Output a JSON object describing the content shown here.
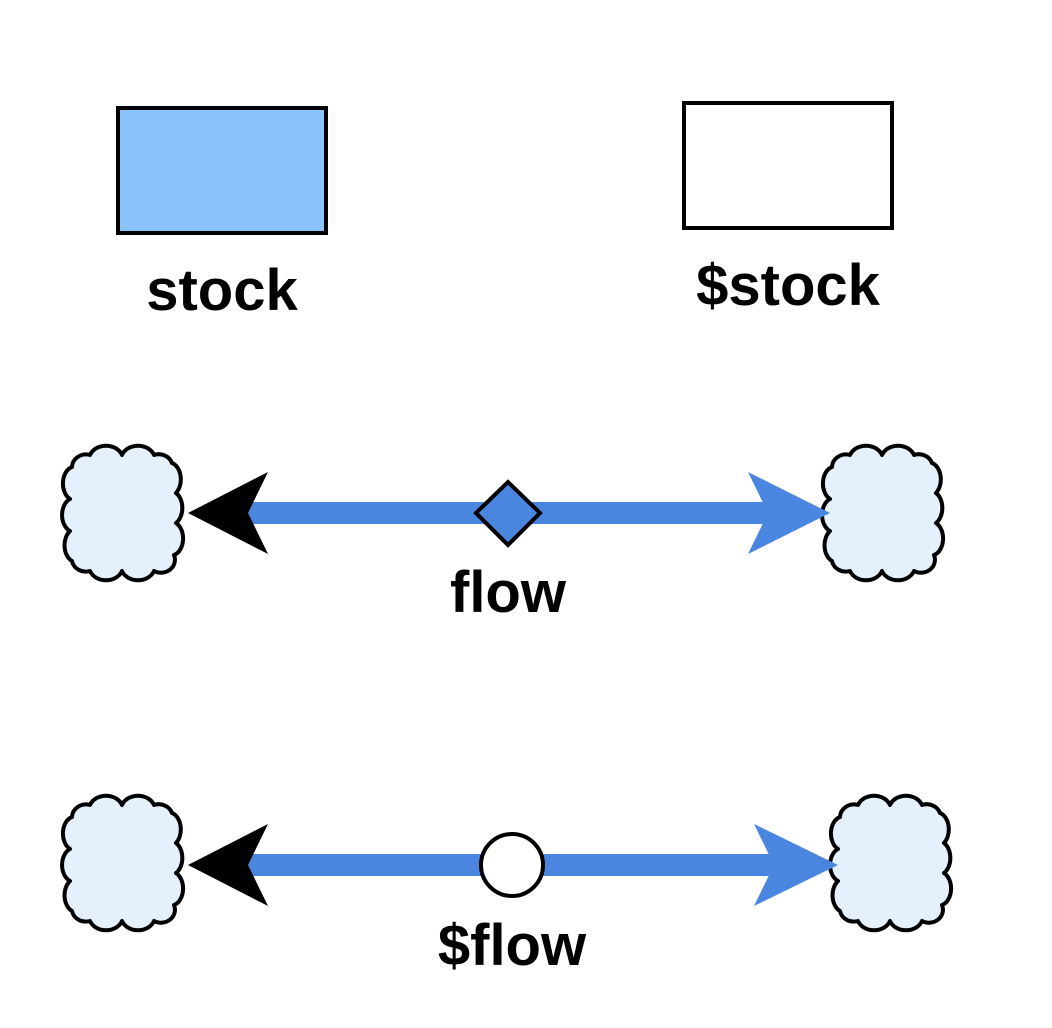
{
  "stocks": [
    {
      "label": "stock",
      "fill": "#88c4fa",
      "stroke": "#000000"
    },
    {
      "label": "$stock",
      "fill": "#ffffff",
      "stroke": "#000000"
    }
  ],
  "flows": [
    {
      "label": "flow",
      "valve": "diamond-icon",
      "valve_fill": "#4a86e0"
    },
    {
      "label": "$flow",
      "valve": "circle-icon",
      "valve_fill": "#ffffff"
    }
  ],
  "colors": {
    "flow_pipe": "#4a86e0",
    "cloud_fill": "#e4f0fc",
    "outline": "#000000",
    "left_arrowhead": "#000000",
    "right_arrowhead": "#4a86e0"
  }
}
